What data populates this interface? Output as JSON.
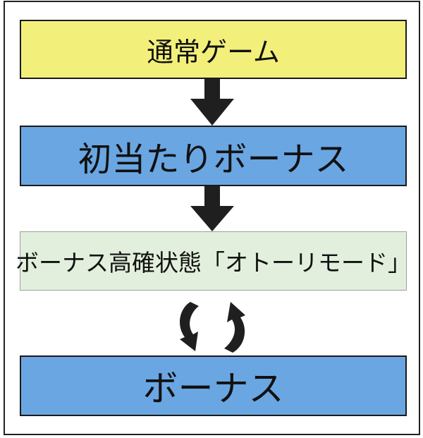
{
  "flow": {
    "normal_game": {
      "label": "通常ゲーム",
      "color": "#f2f07a"
    },
    "first_hit_bonus": {
      "label": "初当たりボーナス",
      "color": "#6aa6e2"
    },
    "high_probability_state": {
      "label": "ボーナス高確状態「オトーリモード」",
      "color": "#e2efdc"
    },
    "bonus": {
      "label": "ボーナス",
      "color": "#6aa6e2"
    }
  },
  "connectors": {
    "down_arrow_color": "#1f1f1f",
    "loop_arrow_icons": [
      "curved-down-arrow-icon",
      "curved-up-arrow-icon"
    ]
  }
}
